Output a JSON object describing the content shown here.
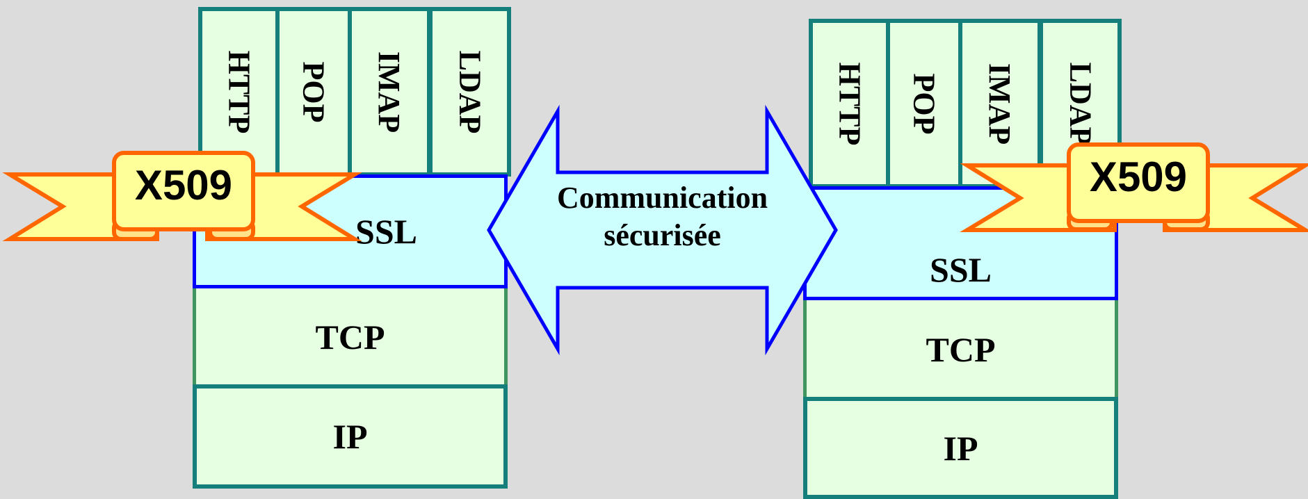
{
  "left_stack": {
    "protocols": [
      "HTTP",
      "POP",
      "IMAP",
      "LDAP"
    ],
    "ssl": "SSL",
    "tcp": "TCP",
    "ip": "IP",
    "certificate": "X509"
  },
  "right_stack": {
    "protocols": [
      "HTTP",
      "POP",
      "IMAP",
      "LDAP"
    ],
    "ssl": "SSL",
    "tcp": "TCP",
    "ip": "IP",
    "certificate": "X509"
  },
  "link": {
    "line1": "Communication",
    "line2": "sécurisée"
  },
  "colors": {
    "background": "#dcdcdc",
    "layer_fill": "#e6ffe2",
    "ssl_fill": "#ccfffd",
    "ssl_border": "#0000ff",
    "stack_border": "#157f7c",
    "banner_fill": "#ffff99",
    "banner_border": "#ff6600"
  }
}
